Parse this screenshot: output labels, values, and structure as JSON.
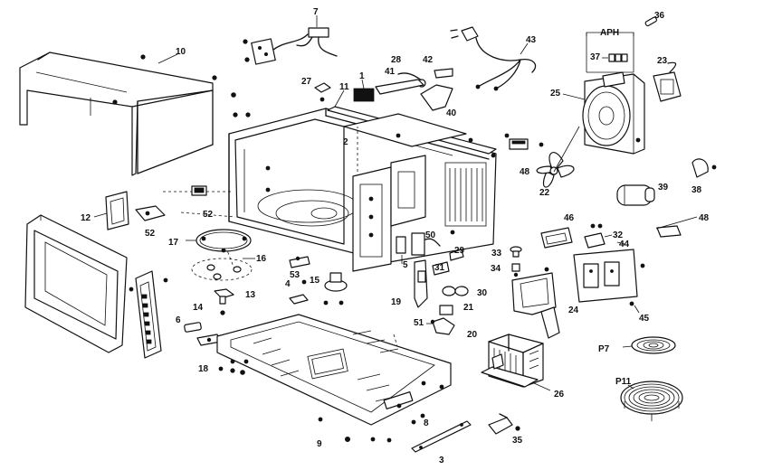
{
  "diagram": {
    "aph_label": "APH",
    "callouts": [
      {
        "id": "c7",
        "text": "7"
      },
      {
        "id": "c10",
        "text": "10"
      },
      {
        "id": "c27",
        "text": "27"
      },
      {
        "id": "c1",
        "text": "1"
      },
      {
        "id": "c11",
        "text": "11"
      },
      {
        "id": "c28",
        "text": "28"
      },
      {
        "id": "c42",
        "text": "42"
      },
      {
        "id": "c41",
        "text": "41"
      },
      {
        "id": "c40",
        "text": "40"
      },
      {
        "id": "c43",
        "text": "43"
      },
      {
        "id": "c37",
        "text": "37"
      },
      {
        "id": "c36",
        "text": "36"
      },
      {
        "id": "c23",
        "text": "23"
      },
      {
        "id": "c25",
        "text": "25"
      },
      {
        "id": "c2",
        "text": "2"
      },
      {
        "id": "c48a",
        "text": "48"
      },
      {
        "id": "c22",
        "text": "22"
      },
      {
        "id": "c39",
        "text": "39"
      },
      {
        "id": "c38",
        "text": "38"
      },
      {
        "id": "c12",
        "text": "12"
      },
      {
        "id": "c52a",
        "text": "52"
      },
      {
        "id": "c52b",
        "text": "52"
      },
      {
        "id": "c46",
        "text": "46"
      },
      {
        "id": "c48b",
        "text": "48"
      },
      {
        "id": "c17",
        "text": "17"
      },
      {
        "id": "c50",
        "text": "50"
      },
      {
        "id": "c29",
        "text": "29"
      },
      {
        "id": "c33",
        "text": "33"
      },
      {
        "id": "c32",
        "text": "32"
      },
      {
        "id": "c44",
        "text": "44"
      },
      {
        "id": "c5",
        "text": "5"
      },
      {
        "id": "c16",
        "text": "16"
      },
      {
        "id": "c53",
        "text": "53"
      },
      {
        "id": "c31",
        "text": "31"
      },
      {
        "id": "c34",
        "text": "34"
      },
      {
        "id": "c4",
        "text": "4"
      },
      {
        "id": "c15",
        "text": "15"
      },
      {
        "id": "c13",
        "text": "13"
      },
      {
        "id": "c30",
        "text": "30"
      },
      {
        "id": "c14",
        "text": "14"
      },
      {
        "id": "c19",
        "text": "19"
      },
      {
        "id": "c21",
        "text": "21"
      },
      {
        "id": "c24",
        "text": "24"
      },
      {
        "id": "c45",
        "text": "45"
      },
      {
        "id": "c6",
        "text": "6"
      },
      {
        "id": "c51",
        "text": "51"
      },
      {
        "id": "c20",
        "text": "20"
      },
      {
        "id": "cP7",
        "text": "P7"
      },
      {
        "id": "c18",
        "text": "18"
      },
      {
        "id": "c26",
        "text": "26"
      },
      {
        "id": "cP11",
        "text": "P11"
      },
      {
        "id": "c8",
        "text": "8"
      },
      {
        "id": "c9",
        "text": "9"
      },
      {
        "id": "c35",
        "text": "35"
      },
      {
        "id": "c3",
        "text": "3"
      }
    ]
  }
}
